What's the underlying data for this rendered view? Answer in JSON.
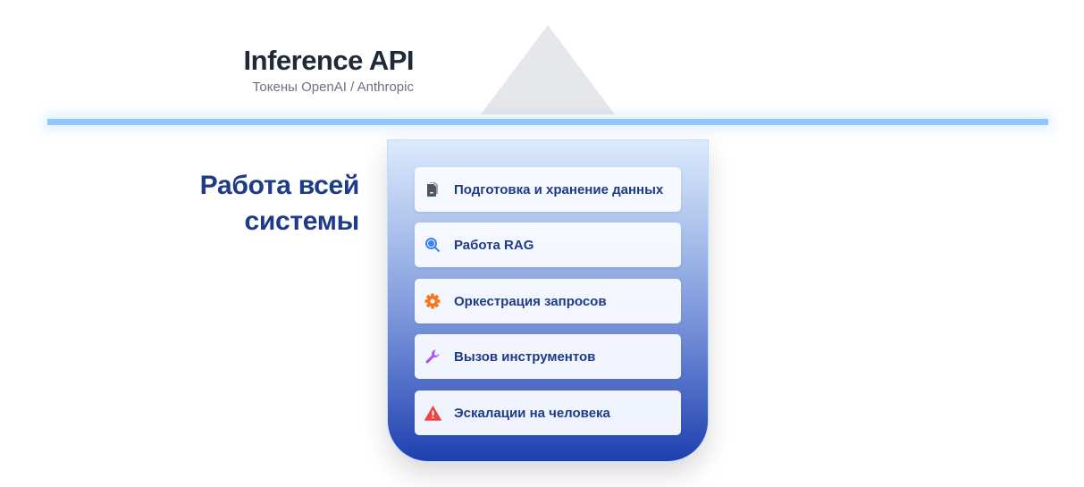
{
  "header": {
    "title": "Inference API",
    "subtitle": "Токены OpenAI / Anthropic"
  },
  "section": {
    "label_line1": "Работа всей",
    "label_line2": "системы"
  },
  "cards": [
    {
      "label": "Подготовка и хранение данных",
      "icon": "document-icon",
      "color": "#4b5563"
    },
    {
      "label": "Работа RAG",
      "icon": "magnifier-icon",
      "color": "#3b82f6"
    },
    {
      "label": "Оркестрация запросов",
      "icon": "gear-icon",
      "color": "#f97316"
    },
    {
      "label": "Вызов инструментов",
      "icon": "wrench-icon",
      "color": "#a855f7"
    },
    {
      "label": "Эскалации на человека",
      "icon": "warning-icon",
      "color": "#ef4444"
    }
  ],
  "colors": {
    "divider": "#93c5fd",
    "triangle": "#e5e7eb",
    "panel_top": "#dbeafe",
    "panel_bottom": "#1e40af",
    "text_dark_blue": "#1e3a8a"
  }
}
